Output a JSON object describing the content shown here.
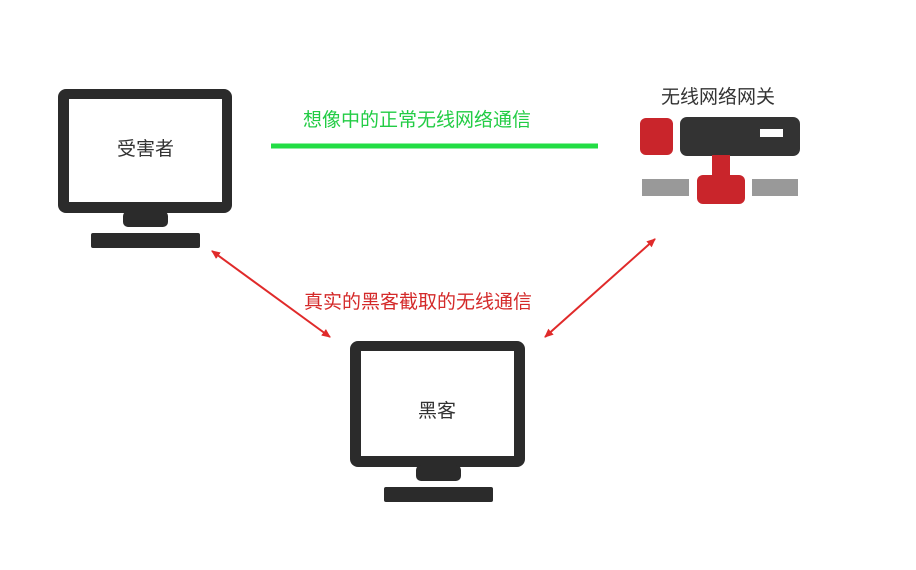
{
  "nodes": {
    "victim": {
      "label": "受害者"
    },
    "hacker": {
      "label": "黑客"
    },
    "gateway": {
      "label": "无线网络网关"
    }
  },
  "edges": {
    "ideal": {
      "label": "想像中的正常无线网络通信",
      "color": "#22dd44"
    },
    "intercepted": {
      "label": "真实的黑客截取的无线通信",
      "color": "#e02a2a"
    }
  }
}
